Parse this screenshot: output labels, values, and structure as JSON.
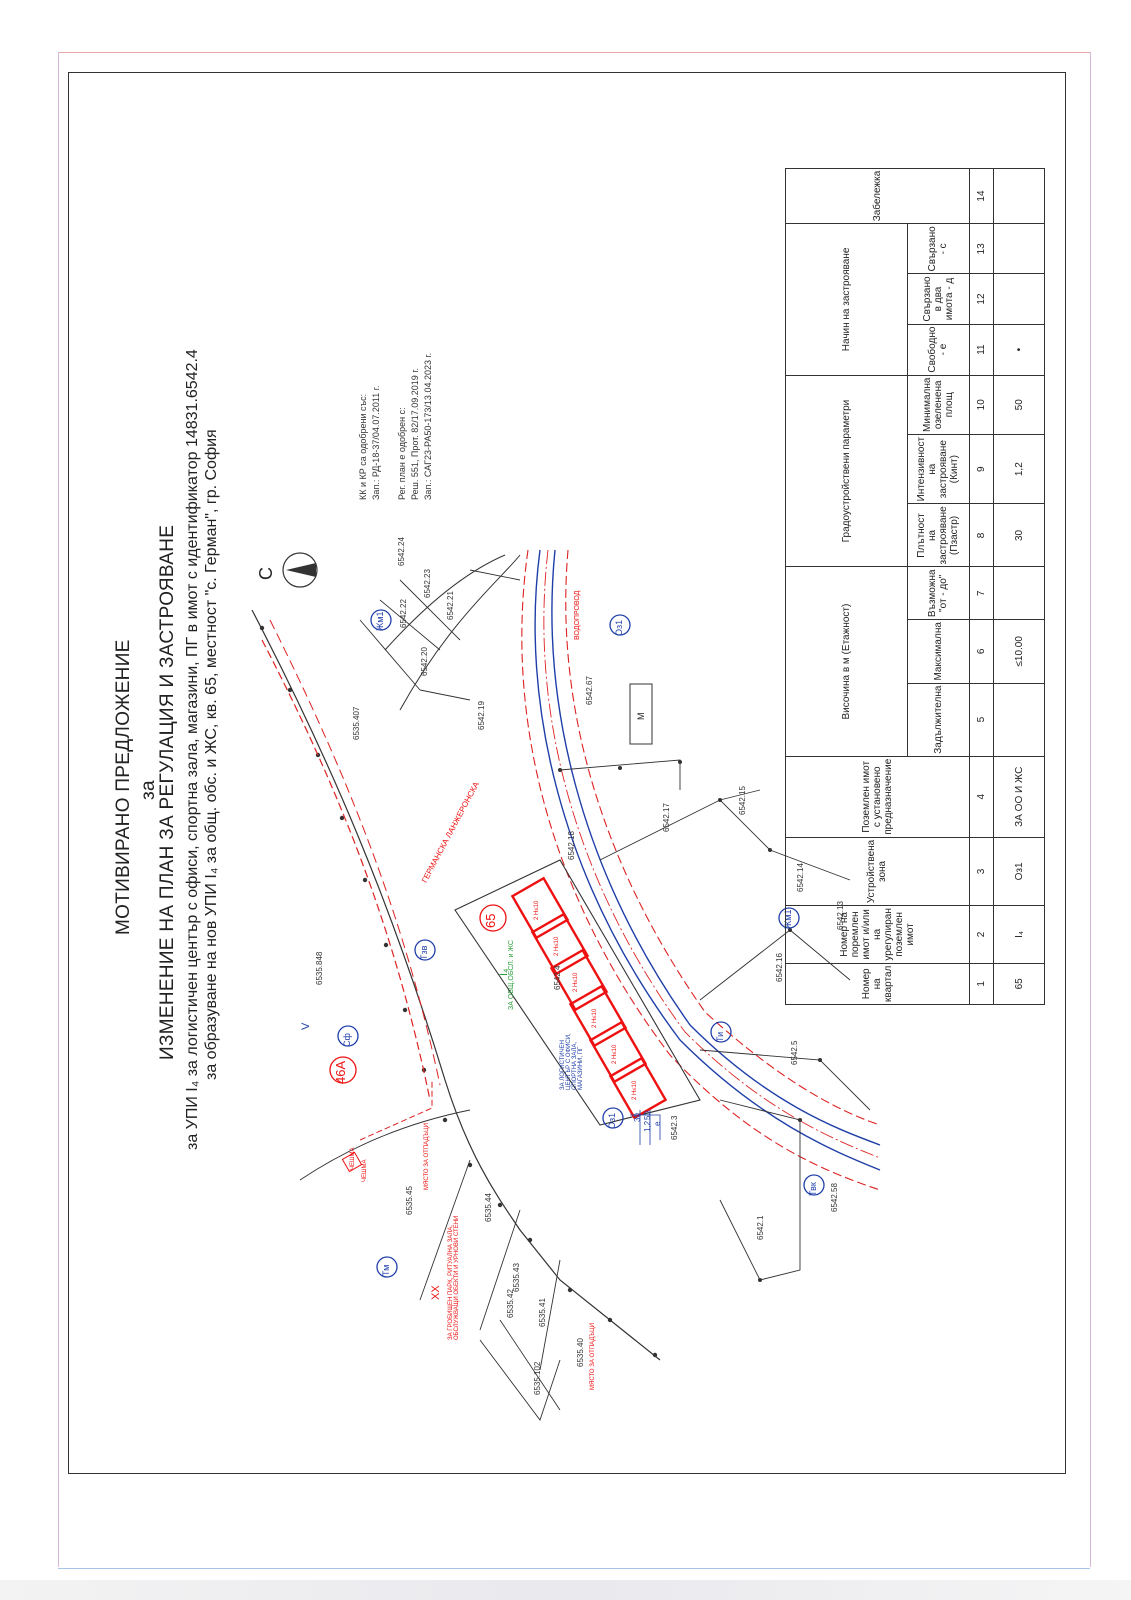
{
  "title": {
    "main": "МОТИВИРАНО ПРЕДЛОЖЕНИЕ",
    "za": "за",
    "change": "ИЗМЕНЕНИЕ НА ПЛАН ЗА РЕГУЛАЦИЯ И ЗАСТРОЯВАНЕ",
    "line1": "за УПИ I₄ за логистичен център с офиси, спортна зала, магазини, ПГ в имот с идентификатор 14831.6542.4",
    "line2": "за образуване на нов УПИ I₄ за общ. обс. и ЖС, кв. 65, местност \"с. Герман\", гр. София"
  },
  "approvals": {
    "kk_title": "КК и КР са одобрени със:",
    "kk_order": "Зап.: РД-18-37/04.07.2011 г.",
    "reg_title": "Рег. план е одобрен с:",
    "reg_decision": "Реш. 551, Прот. 82/17.09.2019 г.",
    "reg_order": "Зап.: САГ23-РА50-173/13.04.2023 г."
  },
  "north_label": "С",
  "map_labels": {
    "block_65": "65",
    "block_46a": "46А",
    "upi": "I₄",
    "upi_purpose": "ЗА ОБЩ.ОБСЛ. и ЖС",
    "zone_tzv": "Тзв",
    "zone_ozl_top": "Оз1",
    "zone_ozl_main": "Оз1",
    "zone_zhm1_top": "Жм1",
    "zone_zhm1_right": "Жм1",
    "zone_tm": "Тм",
    "zone_tk": "Твк",
    "zone_ti": "Ти",
    "zone_sf": "Сф",
    "v_label": "V",
    "xx_label": "XX",
    "m_box": "M",
    "street_label": "ГЕРМАНСКА ЛАНЖЕРОНСКА",
    "water_label": "ВОДОПРОВОД",
    "old_purpose": "ЗА ЛОГИСТИЧЕН ЦЕНТЪР С ОФИСИ, СПОРТНА ЗАЛА, МАГАЗИНИ, ПГ",
    "chapel": "ЧЕШМА",
    "chapel2": "ЧЕШМА",
    "place_rest": "МЯСТО ЗА ОТПАДЪЦИ",
    "place_rest2": "МЯСТО ЗА ОТПАДЪЦИ",
    "ritual": "ЗА ГРОБИЩЕН ПАРК, РИТУАЛНА ЗАЛА, ОБСЛУЖВАЩИ ОБЕКТИ И УРНОВИ СТЕНИ",
    "params_box": [
      "30",
      "1,2",
      "50",
      "е"
    ],
    "parcels": [
      "6535.848",
      "6535.407",
      "6542.19",
      "6542.20",
      "6542.22",
      "6542.23",
      "6542.24",
      "6542.21",
      "6542.67",
      "6542.17",
      "6542.15",
      "6542.14",
      "6542.13",
      "6542.16",
      "6542.18",
      "6542.4",
      "6542.3",
      "6542.5",
      "6542.58",
      "6542.1",
      "6535.45",
      "6535.44",
      "6535.43",
      "6535.42",
      "6535.41",
      "6535.40",
      "6535.102"
    ],
    "building_tag": "2 Н≤10"
  },
  "table": {
    "group_height": "Височина в м (Етажност)",
    "group_params": "Градоустройствени параметри",
    "group_mode": "Начин на застрояване",
    "headers": [
      "Номер на квартал",
      "Номер на поремлен имот и/или на урегулиран поземлен имот",
      "Устройствена зона",
      "Поземлен имот с установено предназначение",
      "Задължителна",
      "Максимална",
      "Възможна \"от - до\"",
      "Плътност на застрояване (Пзастр)",
      "Интензивност на застрояване (Кинт)",
      "Минимална озеленена площ",
      "Свободно - е",
      "Свързано в два имота - д",
      "Свързано - с",
      "Забележка"
    ],
    "numbers": [
      "1",
      "2",
      "3",
      "4",
      "5",
      "6",
      "7",
      "8",
      "9",
      "10",
      "11",
      "12",
      "13",
      "14"
    ],
    "values": [
      "65",
      "I₄",
      "Оз1",
      "ЗА ОО И ЖС",
      "",
      "≤10.00",
      "",
      "30",
      "1,2",
      "50",
      "•",
      "",
      "",
      ""
    ]
  }
}
